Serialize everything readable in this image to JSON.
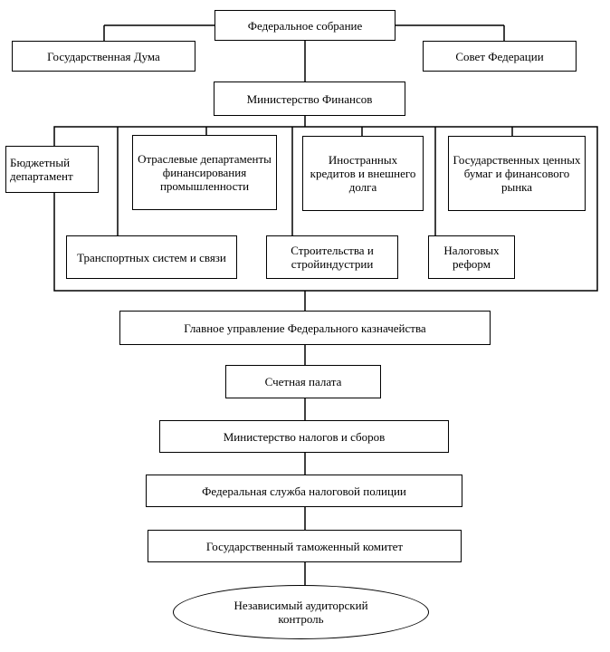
{
  "org": {
    "federal_assembly": "Федеральное собрание",
    "state_duma": "Государственная Дума",
    "federation_council": "Совет Федерации",
    "ministry_of_finance": "Министерство Финансов",
    "budget_department": "Бюджетный департамент",
    "departments": {
      "sectoral": "Отраслевые департаменты финансирования промышленности",
      "foreign_credits": "Иностранных кредитов и внешнего долга",
      "securities": "Государственных ценных бумаг и финансового рынка",
      "transport": "Транспортных систем и связи",
      "construction": "Строительства и стройиндустрии",
      "tax_reforms": "Налоговых реформ"
    },
    "treasury": "Главное управление Федерального казначейства",
    "accounts_chamber": "Счетная палата",
    "tax_ministry": "Министерство налогов и сборов",
    "tax_police": "Федеральная служба налоговой полиции",
    "customs": "Государственный таможенный комитет",
    "audit": "Независимый аудиторский контроль"
  }
}
